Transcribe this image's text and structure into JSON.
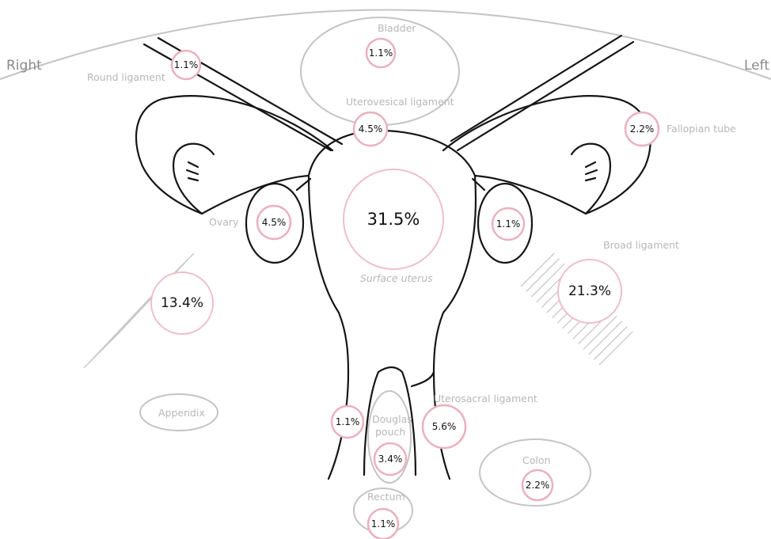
{
  "sides": {
    "right": "Right",
    "left": "Left"
  },
  "labels": {
    "bladder": "Bladder",
    "round_ligament": "Round ligament",
    "uterovesical_ligament": "Uterovesical ligament",
    "fallopian_tube": "Fallopian tube",
    "ovary": "Ovary",
    "surface_uterus": "Surface uterus",
    "broad_ligament": "Broad ligament",
    "appendix": "Appendix",
    "uterosacral_ligament": "Uterosacral ligament",
    "douglas_pouch_line1": "Douglas",
    "douglas_pouch_line2": "pouch",
    "colon": "Colon",
    "rectum": "Rectum"
  },
  "values": {
    "bladder": "1.1%",
    "round_ligament": "1.1%",
    "uterovesical_ligament": "4.5%",
    "fallopian_tube": "2.2%",
    "ovary_right": "4.5%",
    "surface_uterus": "31.5%",
    "ovary_left": "1.1%",
    "pelvic_wall_right": "13.4%",
    "broad_ligament": "21.3%",
    "uterosacral_ligament_right": "1.1%",
    "uterosacral_ligament_left": "5.6%",
    "douglas_pouch": "3.4%",
    "colon": "2.2%",
    "rectum": "1.1%"
  },
  "colors": {
    "marker_outline": "#eab1bf",
    "organ_outline": "#c4c4c4",
    "uterus_outline": "#151515",
    "label_text": "#b7b7b7"
  }
}
